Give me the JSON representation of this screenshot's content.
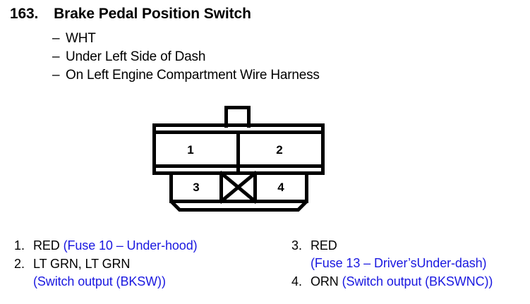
{
  "header": {
    "number": "163.",
    "title": "Brake Pedal Position Switch",
    "details": [
      {
        "dash": "–",
        "text": "WHT"
      },
      {
        "dash": "–",
        "text": "Under Left Side of Dash"
      },
      {
        "dash": "–",
        "text": "On Left Engine Compartment Wire Harness"
      }
    ]
  },
  "connector": {
    "name": "4-cavity-connector",
    "cavities": [
      {
        "id": "1",
        "row": "upper",
        "position": "left",
        "blank": false
      },
      {
        "id": "2",
        "row": "upper",
        "position": "right",
        "blank": false
      },
      {
        "id": "3",
        "row": "lower",
        "position": "left",
        "blank": false
      },
      {
        "id": "",
        "row": "lower",
        "position": "center",
        "blank": true
      },
      {
        "id": "4",
        "row": "lower",
        "position": "right",
        "blank": false
      }
    ],
    "blank_marker": "x-cross",
    "has_top_tab": true
  },
  "legend": {
    "left_column": [
      {
        "marker": "1.",
        "lines": [
          [
            {
              "text": "RED ",
              "style": "wire"
            },
            {
              "text": "(Fuse 10 – Under-hood)",
              "style": "note"
            }
          ]
        ]
      },
      {
        "marker": "2.",
        "lines": [
          [
            {
              "text": "LT GRN, LT GRN",
              "style": "wire"
            }
          ],
          [
            {
              "text": "(Switch output (BKSW))",
              "style": "note"
            }
          ]
        ]
      }
    ],
    "right_column": [
      {
        "marker": "3.",
        "lines": [
          [
            {
              "text": "RED",
              "style": "wire"
            }
          ],
          [
            {
              "text": "(Fuse 13 – Driver’sUnder-dash)",
              "style": "note"
            }
          ]
        ]
      },
      {
        "marker": "4.",
        "lines": [
          [
            {
              "text": "ORN ",
              "style": "wire"
            },
            {
              "text": "(Switch output (BKSWNC))",
              "style": "note"
            }
          ]
        ]
      }
    ]
  },
  "colors": {
    "ink": "#000000",
    "note_blue": "#1a18e0",
    "background": "#ffffff"
  }
}
